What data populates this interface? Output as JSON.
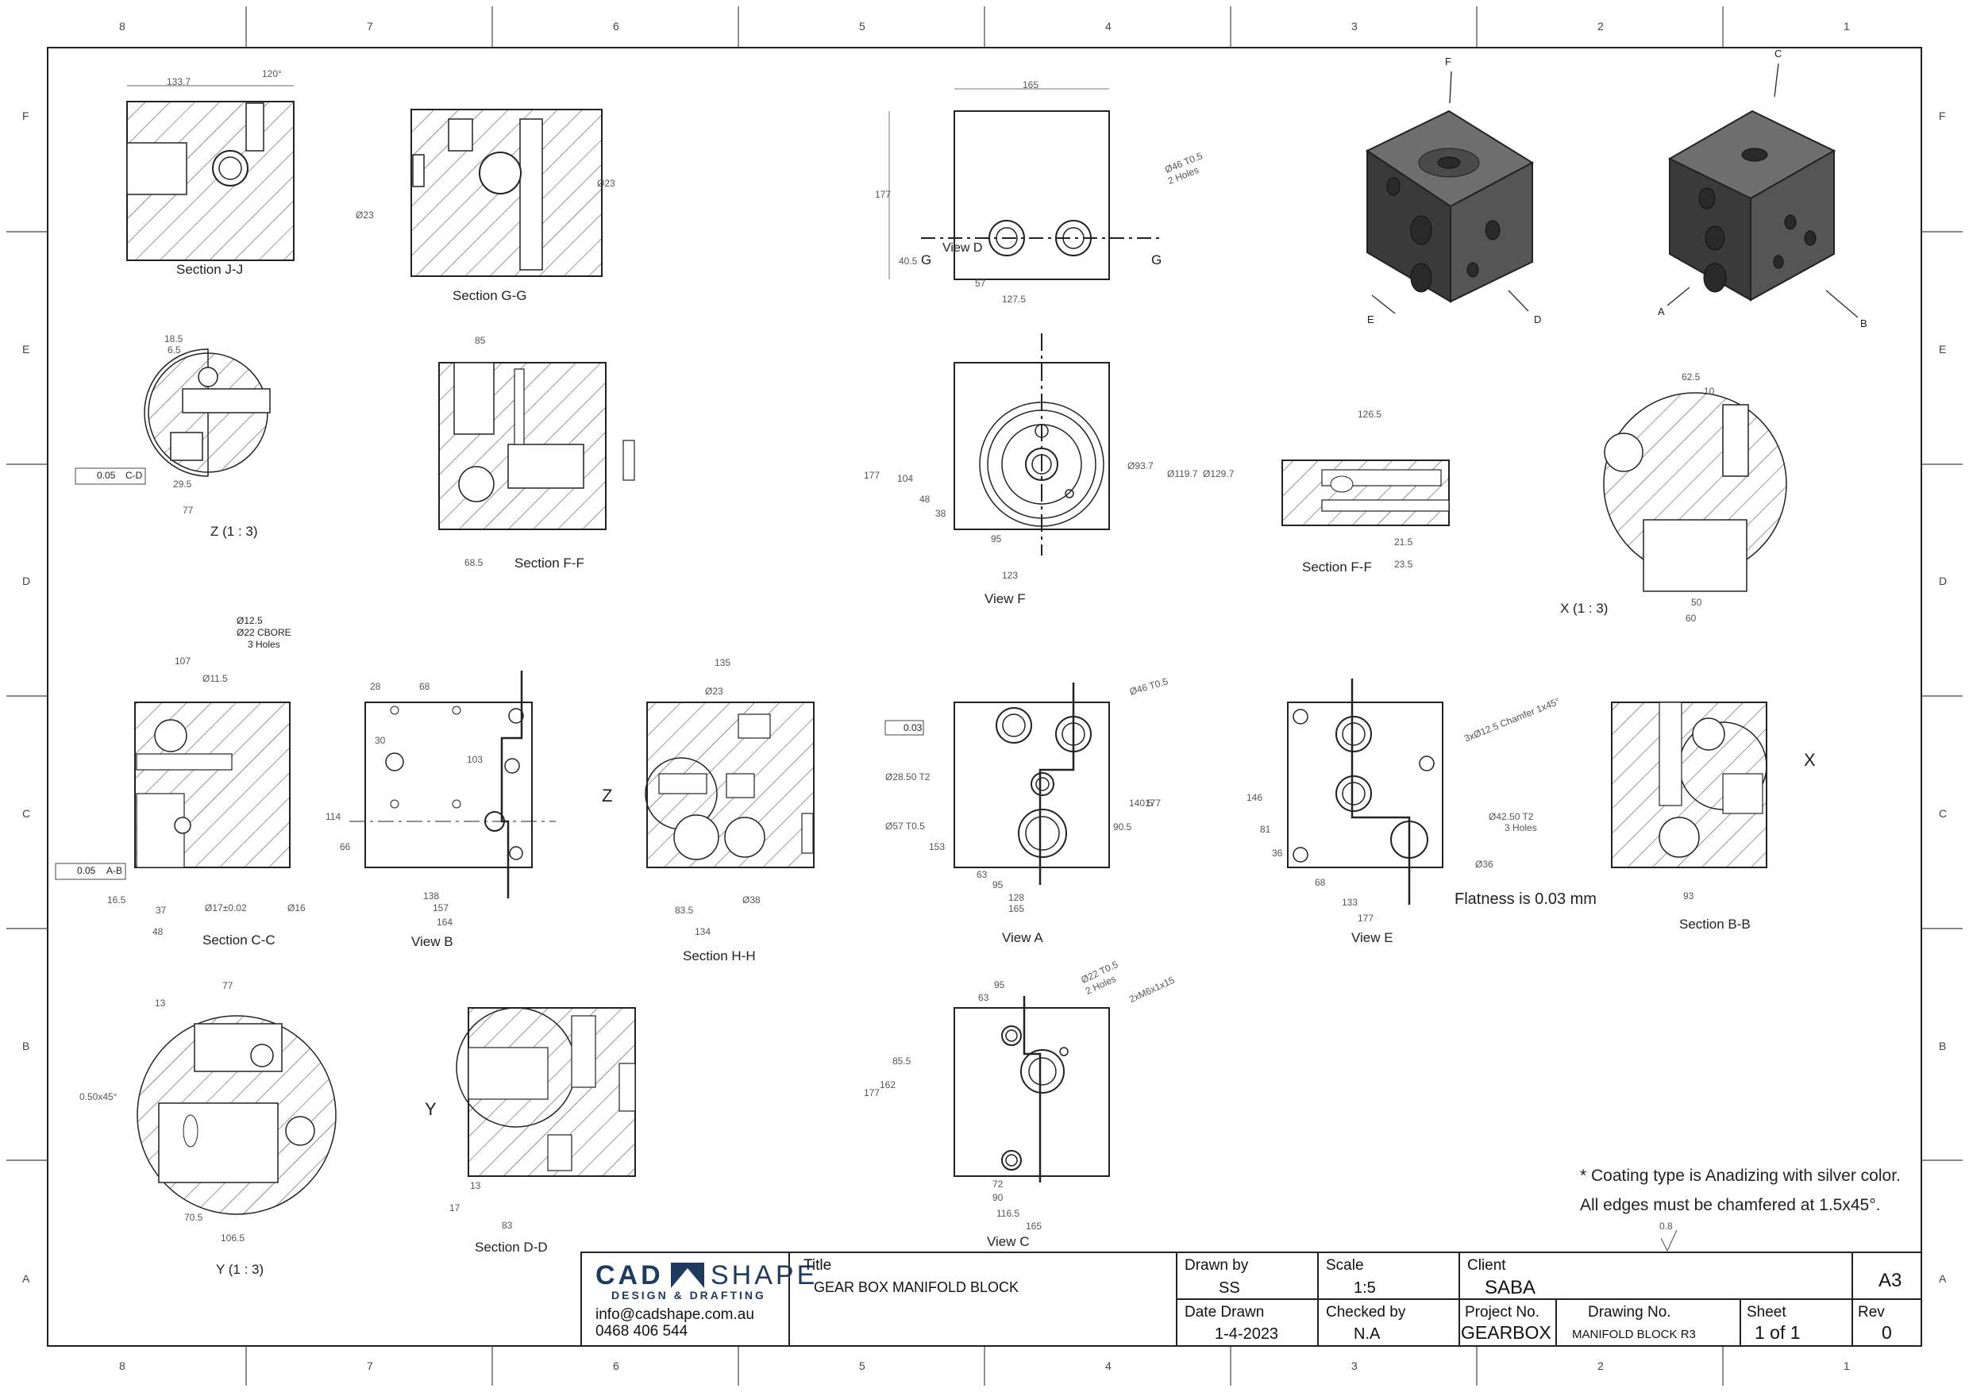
{
  "zones": {
    "columns": [
      "8",
      "7",
      "6",
      "5",
      "4",
      "3",
      "2",
      "1"
    ],
    "rows": [
      "F",
      "E",
      "D",
      "C",
      "B",
      "A"
    ]
  },
  "views": {
    "section_jj": "Section J-J",
    "section_gg": "Section G-G",
    "view_d": "View D",
    "z": "Z (1 : 3)",
    "section_ff_left": "Section F-F",
    "view_f": "View F",
    "section_ff_right": "Section F-F",
    "x": "X (1 : 3)",
    "section_cc": "Section C-C",
    "view_b": "View B",
    "section_hh": "Section H-H",
    "view_a": "View A",
    "view_e": "View E",
    "section_bb": "Section B-B",
    "y": "Y (1 : 3)",
    "section_dd": "Section D-D",
    "view_c": "View C"
  },
  "callouts": {
    "big_x": "X",
    "big_y": "Y",
    "big_z": "Z",
    "iso_f": "F",
    "iso_e": "E",
    "iso_d": "D",
    "iso_c": "C",
    "iso_a": "A",
    "iso_b": "B",
    "flatness": "Flatness is 0.03 mm",
    "cbore1": "Ø12.5",
    "cbore2": "Ø22 CBORE",
    "cbore3": "3 Holes",
    "gtol_z": "0.05",
    "gtol_z_ref": "C-D",
    "gtol_c": "0.05",
    "gtol_c_ref": "A-B",
    "gtol_a": "0.03"
  },
  "dims": {
    "jj_133": "133.7",
    "jj_120": "120°",
    "gg_23a": "Ø23",
    "gg_23b": "Ø23",
    "d_165": "165",
    "d_177": "177",
    "d_405": "40.5",
    "d_57": "57",
    "d_1275": "127.5",
    "d_hole": "Ø46 T0.5",
    "d_hole2": "2 Holes",
    "d_g1": "G",
    "d_g2": "G",
    "z_185": "18.5",
    "z_65": "6.5",
    "z_295": "29.5",
    "z_77": "77",
    "ff_85": "85",
    "ff_685": "68.5",
    "f_123": "123",
    "f_95": "95",
    "f_177": "177",
    "f_104": "104",
    "f_48": "48",
    "f_38": "38",
    "f_937": "Ø93.7",
    "f_1197": "Ø119.7",
    "f_1297": "Ø129.7",
    "ffr_1265": "126.5",
    "ffr_215": "21.5",
    "ffr_235": "23.5",
    "x_625": "62.5",
    "x_10": "10",
    "x_50": "50",
    "x_60": "60",
    "cc_107": "107",
    "cc_115": "Ø11.5",
    "cc_165": "16.5",
    "cc_37": "37",
    "cc_48": "48",
    "cc_17": "Ø17±0.02",
    "cc_16": "Ø16",
    "b_28": "28",
    "b_68": "68",
    "b_138": "138",
    "b_157": "157",
    "b_164": "164",
    "b_30": "30",
    "b_103": "103",
    "b_114": "114",
    "b_66": "66",
    "hh_135": "135",
    "hh_23": "Ø23",
    "hh_835": "83.5",
    "hh_134": "134",
    "hh_38": "Ø38",
    "a_63": "63",
    "a_95": "95",
    "a_128": "128",
    "a_165": "165",
    "a_153": "153",
    "a_905": "90.5",
    "a_1405": "140.5",
    "a_177": "177",
    "a_285": "Ø28.50 T2",
    "a_57": "Ø57 T0.5",
    "a_46": "Ø46 T0.5",
    "e_68": "68",
    "e_133": "133",
    "e_177": "177",
    "e_146": "146",
    "e_81": "81",
    "e_36": "36",
    "e_chamfer": "3xØ12.5 Chamfer 1x45°",
    "e_425": "Ø42.50 T2",
    "e_425b": "3 Holes",
    "e_36d": "Ø36",
    "bb_93": "93",
    "y_77": "77",
    "y_13": "13",
    "y_705": "70.5",
    "y_1065": "106.5",
    "y_050": "0.50x45°",
    "dd_83": "83",
    "dd_17": "17",
    "dd_13": "13",
    "c_95": "95",
    "c_63": "63",
    "c_72": "72",
    "c_90": "90",
    "c_1165": "116.5",
    "c_165": "165",
    "c_177": "177",
    "c_162": "162",
    "c_855": "85.5",
    "c_hole": "Ø22 T0.5",
    "c_hole2": "2 Holes",
    "c_m6": "2xM6x1x15",
    "roughness": "0.8"
  },
  "notes": {
    "coating": "* Coating type is Anadizing with silver color.",
    "edges": "All edges must be chamfered at 1.5x45°."
  },
  "title_block": {
    "logo_cad": "CAD",
    "logo_shape": "SHAPE",
    "logo_sub": "DESIGN & DRAFTING",
    "email": "info@cadshape.com.au",
    "phone": "0468 406 544",
    "title_label": "Title",
    "title_value": "GEAR BOX MANIFOLD BLOCK",
    "drawn_by_label": "Drawn by",
    "drawn_by_value": "SS",
    "scale_label": "Scale",
    "scale_value": "1:5",
    "client_label": "Client",
    "client_value": "SABA",
    "size_value": "A3",
    "date_label": "Date Drawn",
    "date_value": "1-4-2023",
    "checked_label": "Checked by",
    "checked_value": "N.A",
    "project_label": "Project No.",
    "project_value": "GEARBOX",
    "drawing_label": "Drawing No.",
    "drawing_value": "MANIFOLD BLOCK R3",
    "sheet_label": "Sheet",
    "sheet_value": "1 of 1",
    "rev_label": "Rev",
    "rev_value": "0"
  },
  "colors": {
    "line": "#222222",
    "hatch": "#444444",
    "iso_dark": "#3a3a3a",
    "iso_mid": "#555555",
    "iso_light": "#6e6e6e",
    "logo_blue": "#1f3a5f"
  }
}
